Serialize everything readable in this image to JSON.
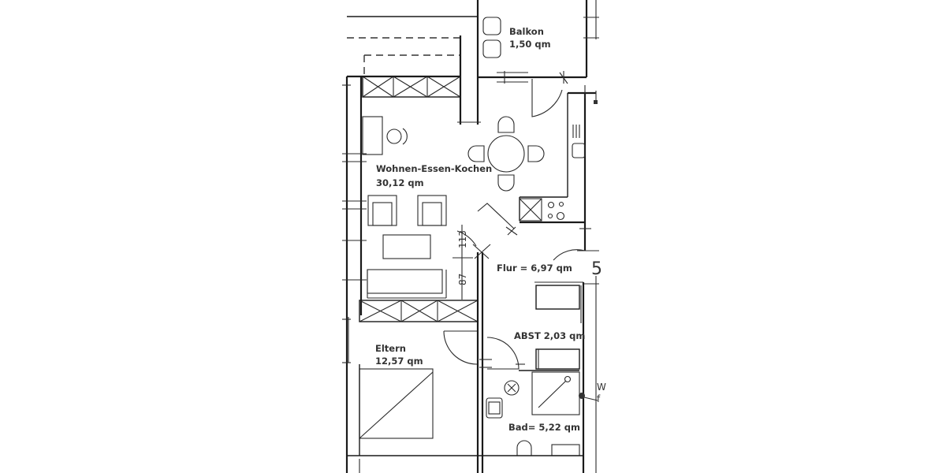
{
  "floor_plan": {
    "rooms": [
      {
        "id": "balkon",
        "name": "Balkon",
        "area": "1,50 qm"
      },
      {
        "id": "wohnen",
        "name": "Wohnen-Essen-Kochen",
        "area": "30,12 qm"
      },
      {
        "id": "flur",
        "name": "Flur = 6,97 qm"
      },
      {
        "id": "abst",
        "name": "ABST 2,03 qm"
      },
      {
        "id": "eltern",
        "name": "Eltern",
        "area": "12,57 qm"
      },
      {
        "id": "bad",
        "name": "Bad= 5,22 qm"
      }
    ],
    "dimensions": {
      "d1": "113",
      "d2": "87"
    },
    "unit_number_partial": "5",
    "edge_text": {
      "top": "W",
      "bottom": "f"
    }
  }
}
